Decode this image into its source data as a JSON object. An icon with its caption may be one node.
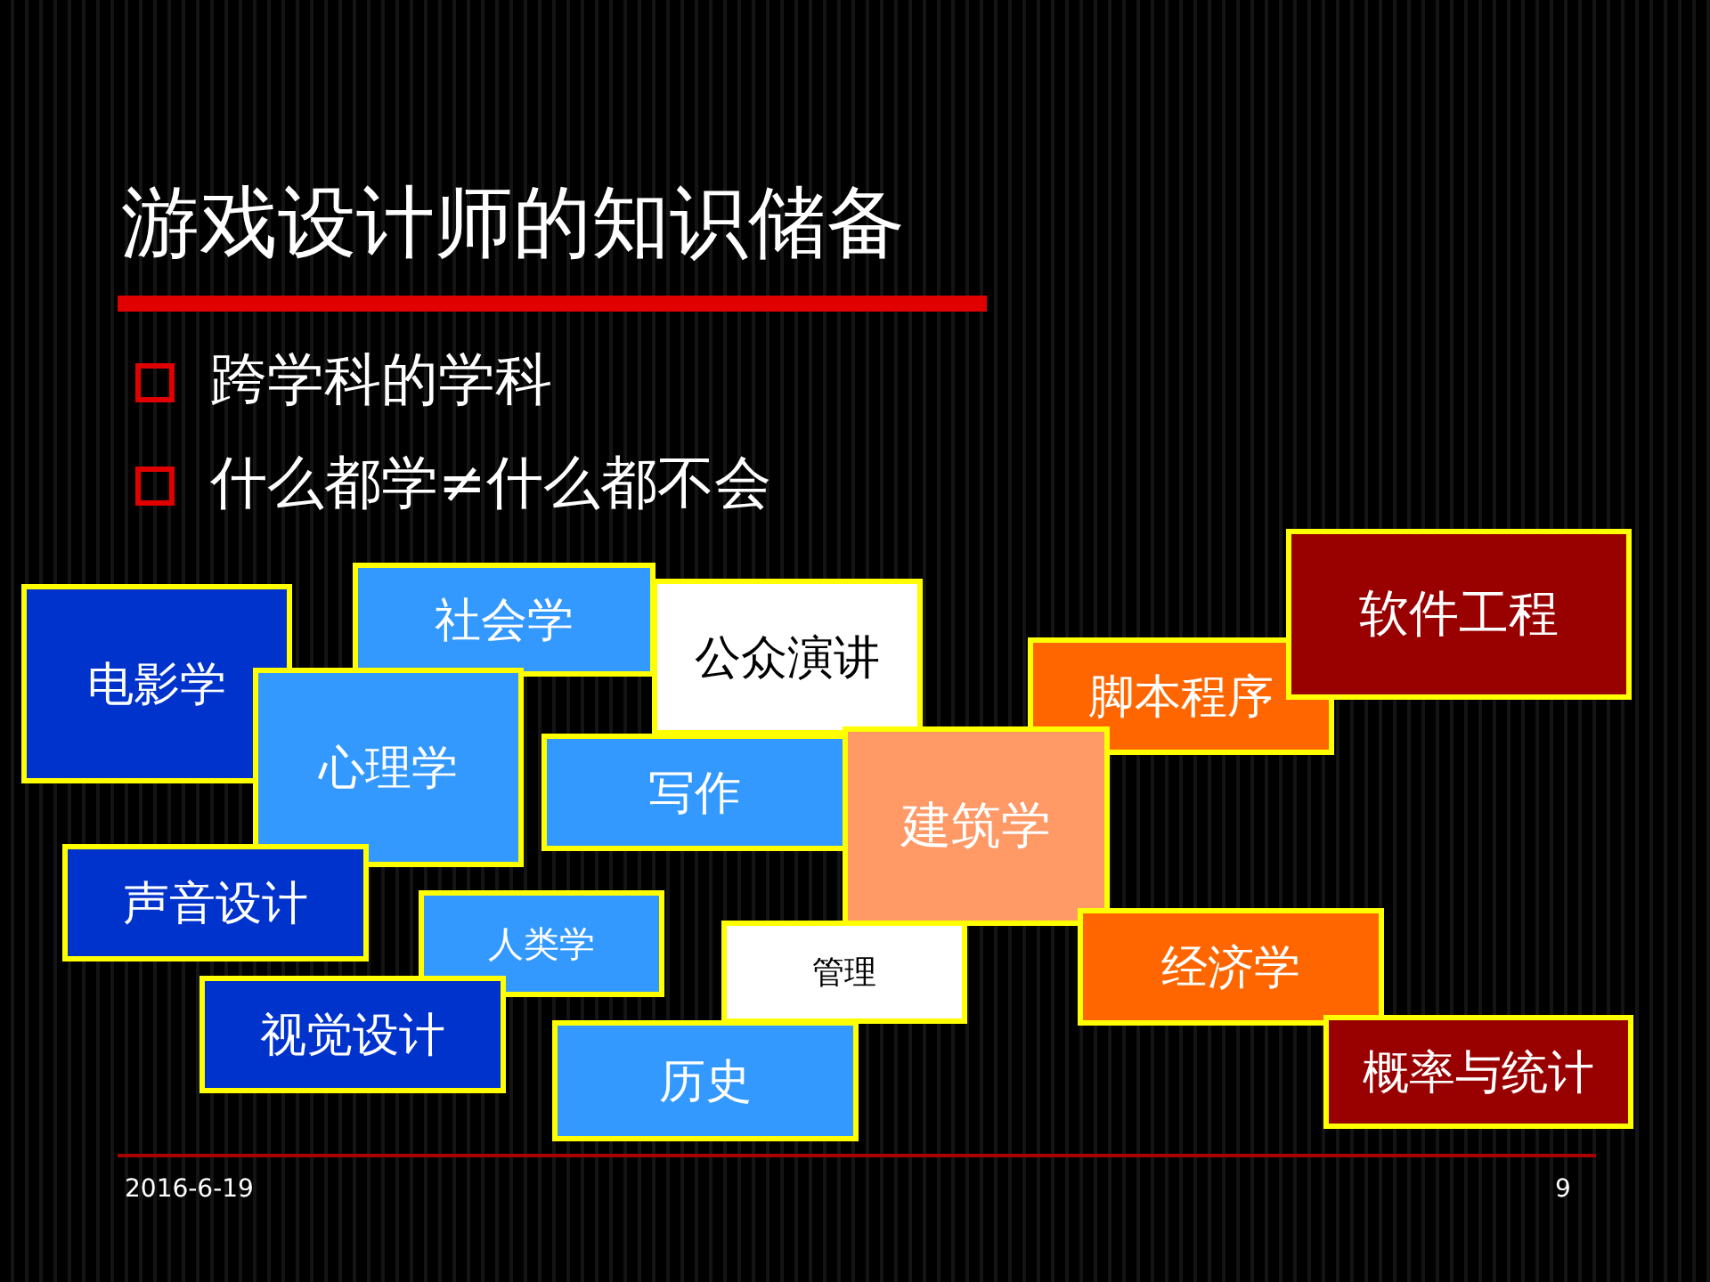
{
  "diagram": {
    "title": "游戏设计师的知识储备",
    "nodes": [
      {
        "text": [
          "电影学"
        ]
      },
      {
        "text": [
          "社会学"
        ]
      },
      {
        "text": [
          "公众演讲"
        ]
      },
      {
        "text": [
          "心理学"
        ]
      },
      {
        "text": [
          "写作"
        ]
      },
      {
        "text": [
          "脚本程序"
        ]
      },
      {
        "text": [
          "软件工程"
        ]
      },
      {
        "text": [
          "建筑学"
        ]
      },
      {
        "text": [
          "声音设计"
        ]
      },
      {
        "text": [
          "人类学"
        ]
      },
      {
        "text": [
          "管理"
        ]
      },
      {
        "text": [
          "经济学"
        ]
      },
      {
        "text": [
          "视觉设计"
        ]
      },
      {
        "text": [
          "历史"
        ]
      },
      {
        "text": [
          "概率与统计"
        ]
      }
    ],
    "labels": [
      "跨学科的学科",
      "什么都学≠什么都不会",
      "2016-6-19",
      "9"
    ]
  }
}
